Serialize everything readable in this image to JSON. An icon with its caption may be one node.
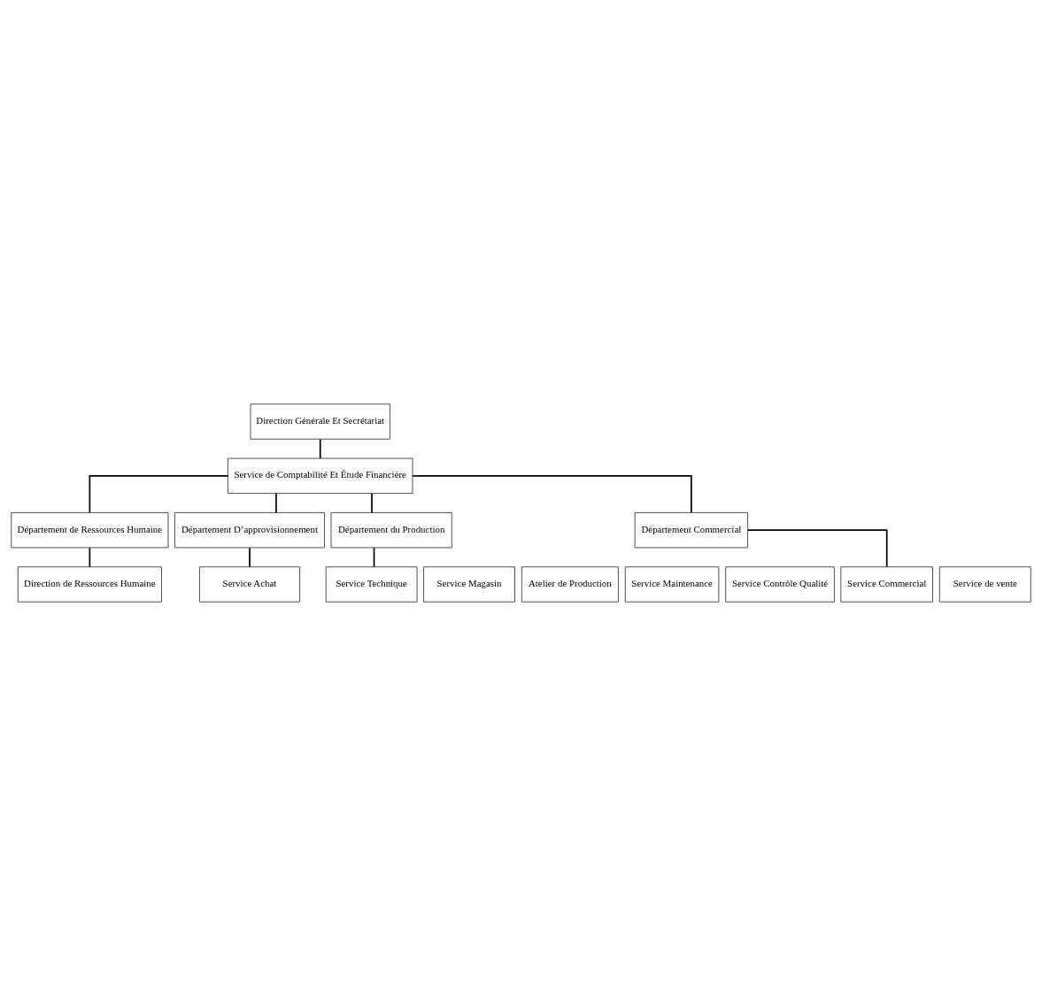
{
  "diagram": {
    "nodes": [
      {
        "text": [
          "Direction Générale Et Secrétariat"
        ]
      },
      {
        "text": [
          "Service de Comptabilité Et Étude Financière"
        ]
      },
      {
        "text": [
          "Département de Ressources Humaine"
        ]
      },
      {
        "text": [
          "Département D’approvisionnement"
        ]
      },
      {
        "text": [
          "Département du Production"
        ]
      },
      {
        "text": [
          "Département Commercial"
        ]
      },
      {
        "text": [
          "Direction de Ressources Humaine"
        ]
      },
      {
        "text": [
          "Service Achat"
        ]
      },
      {
        "text": [
          "Service Technique"
        ]
      },
      {
        "text": [
          "Service Magasin"
        ]
      },
      {
        "text": [
          "Atelier de Production"
        ]
      },
      {
        "text": [
          "Service Maintenance"
        ]
      },
      {
        "text": [
          "Service Contrôle Qualité"
        ]
      },
      {
        "text": [
          "Service Commercial"
        ]
      },
      {
        "text": [
          "Service de vente"
        ]
      }
    ],
    "edges": [
      {
        "from": 0,
        "to": 1,
        "arrow": "none"
      },
      {
        "from": 1,
        "to": 2,
        "arrow": "none"
      },
      {
        "from": 1,
        "to": 3,
        "arrow": "none"
      },
      {
        "from": 1,
        "to": 4,
        "arrow": "none"
      },
      {
        "from": 1,
        "to": 5,
        "arrow": "none"
      },
      {
        "from": 2,
        "to": 6,
        "arrow": "none"
      },
      {
        "from": 3,
        "to": 7,
        "arrow": "none"
      },
      {
        "from": 4,
        "to": 8,
        "arrow": "none"
      },
      {
        "from": 5,
        "to": 13,
        "arrow": "none"
      }
    ]
  }
}
